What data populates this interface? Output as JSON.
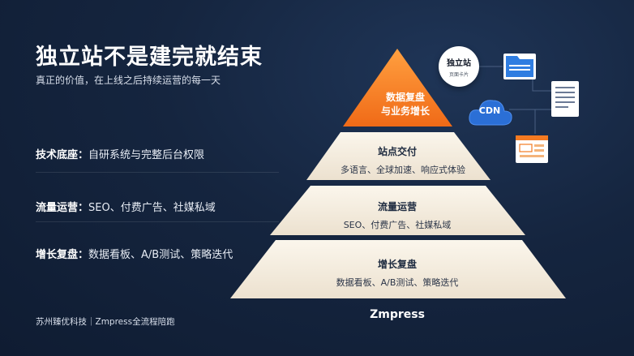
{
  "title": "独立站不是建完就结束",
  "subtitle": "真正的价值，在上线之后持续运营的每一天",
  "features": [
    {
      "key": "技术底座：",
      "value": "自研系统与完整后台权限"
    },
    {
      "key": "流量运营：",
      "value": "SEO、付费广告、社媒私域"
    },
    {
      "key": "增长复盘：",
      "value": "数据看板、A/B测试、策略迭代"
    }
  ],
  "footer": "苏州臻优科技｜Zmpress全流程陪跑",
  "pyramid": {
    "apex_line1": "数据复盘",
    "apex_line2": "与业务增长",
    "tiers": [
      {
        "title": "站点交付",
        "desc": "多语言、全球加速、响应式体验"
      },
      {
        "title": "流量运营",
        "desc": "SEO、付费广告、社媒私域"
      },
      {
        "title": "增长复盘",
        "desc": "数据看板、A/B测试、策略迭代"
      }
    ],
    "brand": "Zmpress"
  },
  "illustration": {
    "site_badge_title": "独立站",
    "site_badge_sub": "页面卡片",
    "cdn_label": "CDN"
  },
  "colors": {
    "background": "#15253f",
    "apex_orange": "#f47a21",
    "tier_cream": "#f6efe3",
    "folder_blue": "#2f7de1",
    "cdn_blue": "#2b6fd6"
  },
  "icons": [
    "folder-icon",
    "document-icon",
    "browser-window-icon",
    "cloud-icon"
  ]
}
